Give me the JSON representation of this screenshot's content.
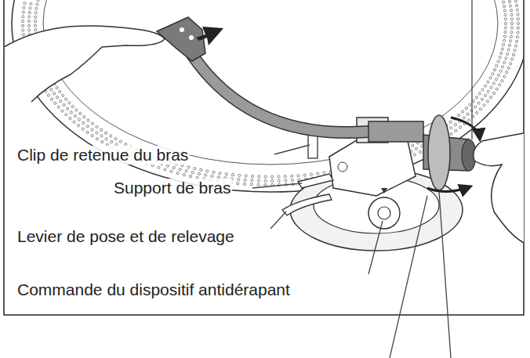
{
  "diagram": {
    "labels": [
      "Clip de retenue du bras",
      "Support de bras",
      "Levier de pose et de relevage",
      "Commande du dispositif antidérapant"
    ]
  }
}
